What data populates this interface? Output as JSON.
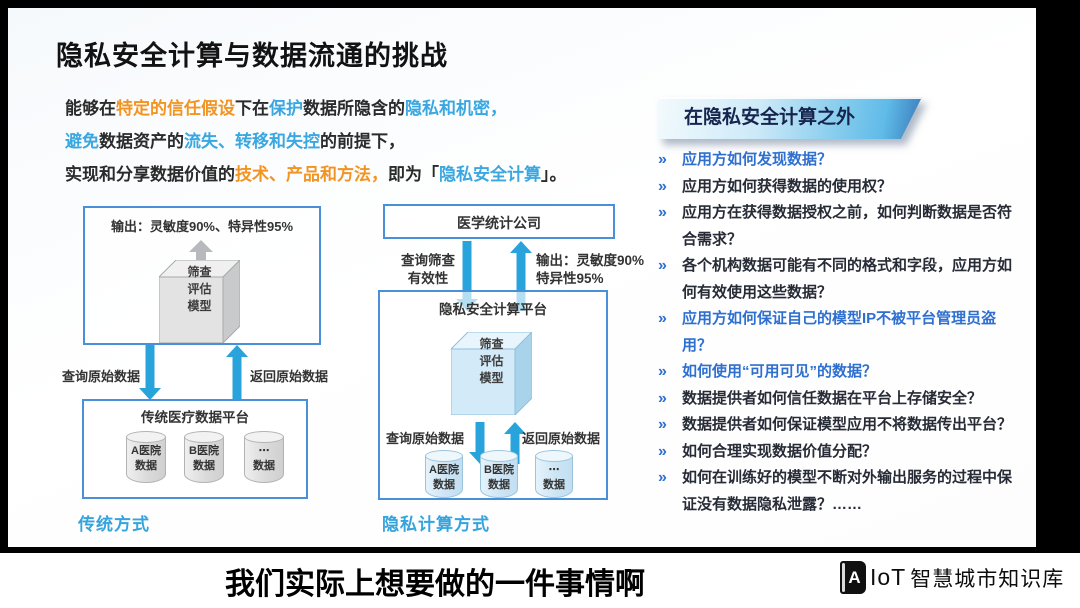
{
  "palette": {
    "highlight_orange": "#F29422",
    "highlight_sky_blue": "#3BA7E0",
    "panel_blue": "#2E6FD0",
    "diagram_border_blue": "#4A90D9",
    "arrow_blue": "#29A3DC",
    "caption_blue": "#35A3DC",
    "banner_text_navy": "#16254E"
  },
  "slide": {
    "title": "隐私安全计算与数据流通的挑战",
    "intro": {
      "l1s1": "能够在",
      "l1s2": "特定的信任假设",
      "l1s3": "下在",
      "l1s4": "保护",
      "l1s5": "数据所隐含的",
      "l1s6": "隐私和机密，",
      "l2s1": "避免",
      "l2s2": "数据资产的",
      "l2s3": "流失、转移和失控",
      "l2s4": "的前提下，",
      "l3s1": "实现和分享数据价值的",
      "l3s2": "技术、产品和方法，",
      "l3s3": "即为「",
      "l3s4": "隐私安全计算",
      "l3s5": "」。"
    },
    "traditional": {
      "output_label": "输出：灵敏度90%、特异性95%",
      "cube": {
        "l1": "筛查",
        "l2": "评估",
        "l3": "模型"
      },
      "query_label": "查询原始数据",
      "return_label": "返回原始数据",
      "platform": "传统医疗数据平台",
      "db": [
        {
          "l1": "A医院",
          "l2": "数据"
        },
        {
          "l1": "B医院",
          "l2": "数据"
        },
        {
          "l1": "⋯",
          "l2": "数据"
        }
      ],
      "caption": "传统方式"
    },
    "privacy": {
      "company": "医学统计公司",
      "query_validity_l1": "查询筛查",
      "query_validity_l2": "有效性",
      "output_l1": "输出：灵敏度90%",
      "output_l2": "特异性95%",
      "platform": "隐私安全计算平台",
      "cube": {
        "l1": "筛查",
        "l2": "评估",
        "l3": "模型"
      },
      "query_label": "查询原始数据",
      "return_label": "返回原始数据",
      "db": [
        {
          "l1": "A医院",
          "l2": "数据"
        },
        {
          "l1": "B医院",
          "l2": "数据"
        },
        {
          "l1": "⋯",
          "l2": "数据"
        }
      ],
      "caption": "隐私计算方式"
    },
    "right_panel": {
      "banner": "在隐私安全计算之外",
      "marker": "»",
      "items": [
        {
          "text": "应用方如何发现数据？",
          "emphasis": true
        },
        {
          "text": "应用方如何获得数据的使用权？",
          "emphasis": false
        },
        {
          "text": "应用方在获得数据授权之前，如何判断数据是否符合需求？",
          "emphasis": false
        },
        {
          "text": "各个机构数据可能有不同的格式和字段，应用方如何有效使用这些数据？",
          "emphasis": false
        },
        {
          "text": "应用方如何保证自己的模型IP不被平台管理员盗用？",
          "emphasis": true
        },
        {
          "text": "如何使用“可用可见”的数据？",
          "emphasis": true
        },
        {
          "text": "数据提供者如何信任数据在平台上存储安全？",
          "emphasis": false
        },
        {
          "text": "数据提供者如何保证模型应用不将数据传出平台？",
          "emphasis": false
        },
        {
          "text": "如何合理实现数据价值分配？",
          "emphasis": false
        },
        {
          "text": "如何在训练好的模型不断对外输出服务的过程中保证没有数据隐私泄露？……",
          "emphasis": false
        }
      ]
    }
  },
  "footer": {
    "subtitle": "我们实际上想要做的一件事情啊",
    "logo": {
      "book_letter": "A",
      "brand": "IoT",
      "name": "智慧城市知识库"
    }
  }
}
